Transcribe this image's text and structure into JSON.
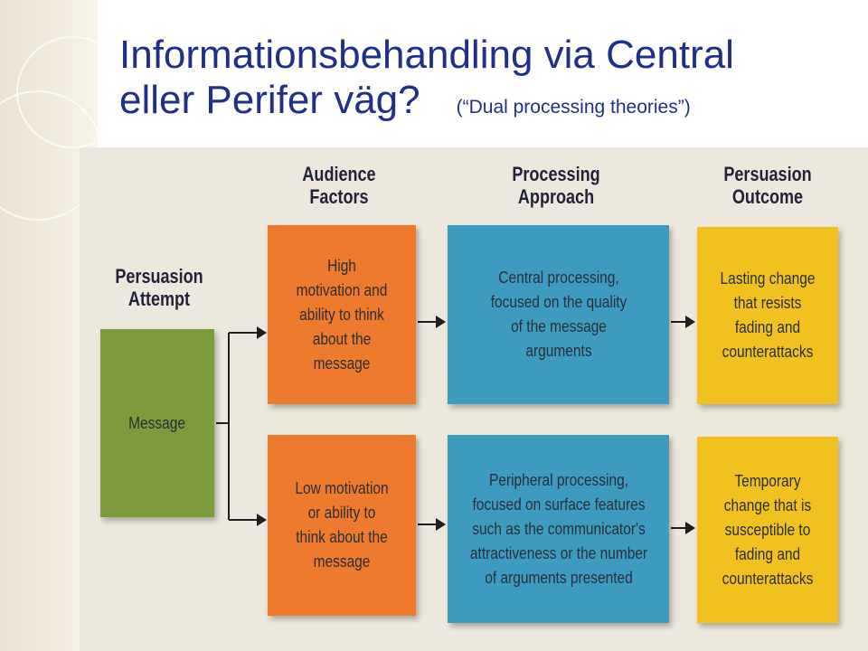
{
  "title": {
    "line1": "Informationsbehandling via Central",
    "line2": "eller Perifer väg?",
    "subtitle": "(“Dual processing theories”)"
  },
  "diagram": {
    "headers": {
      "persuasion_attempt": "Persuasion Attempt",
      "audience_factors": "Audience Factors",
      "processing_approach": "Processing Approach",
      "persuasion_outcome": "Persuasion Outcome"
    },
    "message": "Message",
    "audience": {
      "high": "High motivation and ability to think about the message",
      "low": "Low motivation or ability to think about the message"
    },
    "processing": {
      "central": "Central processing, focused on the quality of the message arguments",
      "peripheral": "Peripheral processing, focused on surface features such as the communicator's attractiveness or the number of arguments presented"
    },
    "outcome": {
      "lasting": "Lasting change that resists fading and counterattacks",
      "temporary": "Temporary change that is susceptible to fading and counterattacks"
    },
    "colors": {
      "message": "#7c9b3d",
      "audience": "#ee7a2d",
      "processing": "#3d9bc0",
      "outcome": "#f1c21f",
      "title": "#1f2f8a"
    }
  }
}
